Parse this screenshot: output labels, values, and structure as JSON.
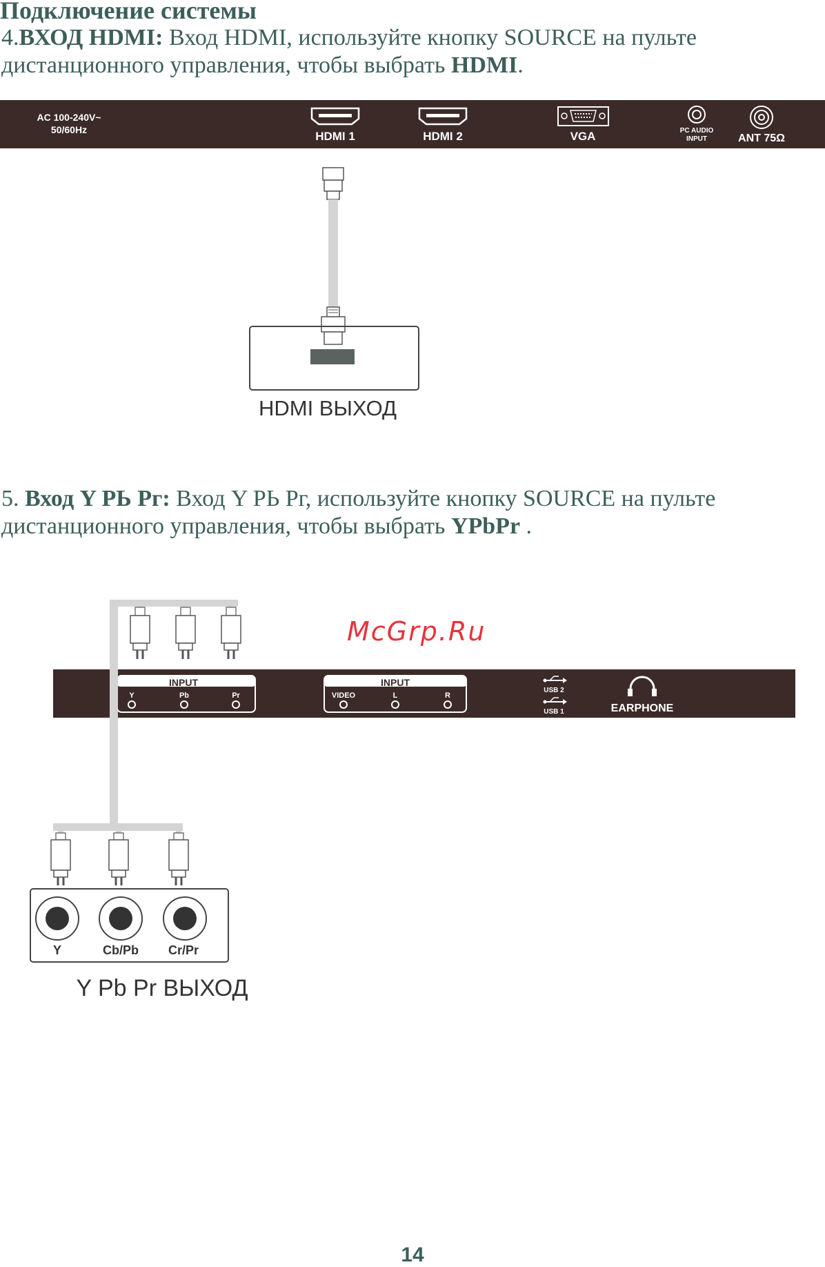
{
  "section_title": "Подключение системы",
  "hdmi_section": {
    "number": "4.",
    "heading": "ВХОД HDMI:",
    "text1": " Вход HDMI, используйте кнопку SOURCE на пульте",
    "text2": "дистанционного управления, чтобы выбрать ",
    "bold_end": "HDMI",
    "end": "."
  },
  "top_panel": {
    "power_line1": "AC 100-240V~",
    "power_line2": "50/60Hz",
    "hdmi1": "HDMI 1",
    "hdmi2": "HDMI 2",
    "vga": "VGA",
    "pc_audio_line1": "PC AUDIO",
    "pc_audio_line2": "INPUT",
    "ant": "ANT 75Ω"
  },
  "hdmi_device_label": "HDMI  ВЫХОД",
  "ypbpr_section": {
    "number": "5. ",
    "heading": "Вход Y РЬ Рг:",
    "text1": " Вход Y РЬ Рг, используйте кнопку SOURCE на пульте",
    "text2": "дистанционного управления, чтобы выбрать ",
    "bold_end": "YPbPr",
    "end": " ."
  },
  "watermark": "McGrp.Ru",
  "bottom_panel": {
    "input1_title": "INPUT",
    "input1_ports": [
      "Y",
      "Pb",
      "Pr"
    ],
    "input2_title": "INPUT",
    "input2_ports": [
      "VIDEO",
      "L",
      "R"
    ],
    "usb2": "USB 2",
    "usb1": "USB 1",
    "earphone": "EARPHONE"
  },
  "device_ports": [
    "Y",
    "Cb/Pb",
    "Cr/Pr"
  ],
  "ypbpr_device_label": "Y Pb Pr  ВЫХОД",
  "page_number": "14",
  "colors": {
    "panel": "#3b2a28",
    "text": "#3d5f5a",
    "watermark": "#e8333a",
    "cable": "#d4d4d4"
  }
}
